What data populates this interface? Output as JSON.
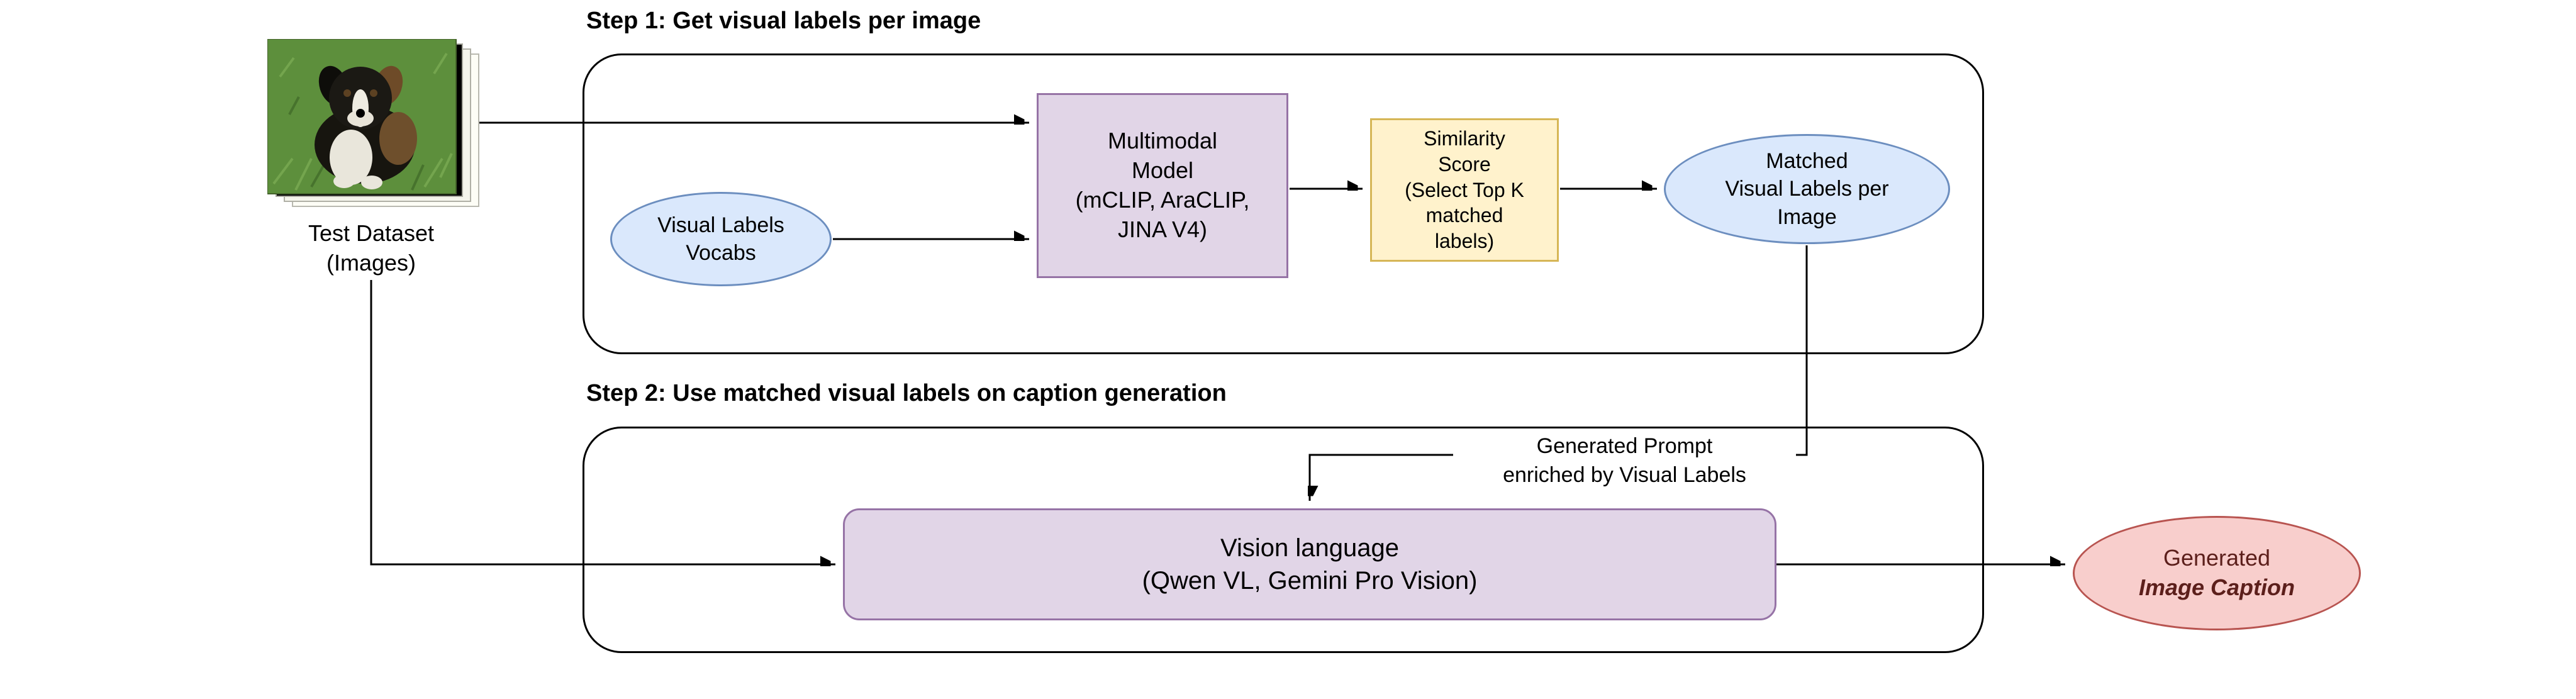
{
  "steps": {
    "step1_title": "Step 1: Get visual labels per image",
    "step2_title": "Step 2: Use matched visual labels on caption generation"
  },
  "dataset": {
    "caption_lines": [
      "Test Dataset",
      "(Images)"
    ]
  },
  "step1": {
    "vocab": {
      "lines": [
        "Visual Labels",
        "Vocabs"
      ],
      "fill": "#DAE8FC",
      "border": "#6C8EBF"
    },
    "model": {
      "lines": [
        "Multimodal",
        "Model",
        "(mCLIP, AraCLIP,",
        "JINA V4)"
      ],
      "fill": "#E1D5E7",
      "border": "#9673A6"
    },
    "similarity": {
      "lines": [
        "Similarity",
        "Score",
        "(Select Top K",
        "matched",
        "labels)"
      ],
      "fill": "#FFF2CC",
      "border": "#D6B656"
    },
    "matched": {
      "lines": [
        "Matched",
        "Visual Labels per",
        "Image"
      ],
      "fill": "#DAE8FC",
      "border": "#6C8EBF"
    }
  },
  "step2": {
    "prompt_note_lines": [
      "Generated Prompt",
      "enriched by Visual Labels"
    ],
    "vlm": {
      "lines": [
        "Vision language",
        "(Qwen VL, Gemini Pro Vision)"
      ],
      "fill": "#E1D5E7",
      "border": "#9673A6"
    },
    "output": {
      "line1": "Generated",
      "line2": "Image Caption",
      "fill": "#F8CECC",
      "border": "#B85450",
      "text_color": "#5c1f1b"
    }
  },
  "colors": {
    "arrow": "#000000",
    "container_border": "#000000",
    "background": "#ffffff"
  }
}
